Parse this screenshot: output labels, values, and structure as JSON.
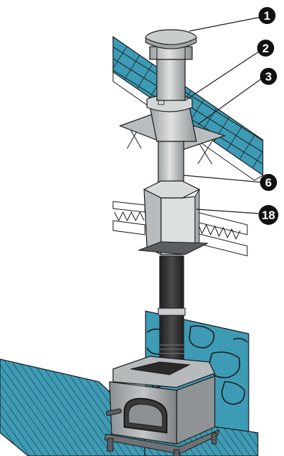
{
  "colors": {
    "roof_blue": "#3d9bb5",
    "wall_blue": "#3d9bb5",
    "floor_blue": "#3d9bb5",
    "pipe_gray": "#c6c9cb",
    "pipe_dark": "#8f9496",
    "stove_pipe_black": "#2e2e2e",
    "stove_gray": "#9ea2a4",
    "outline": "#1a1a1a"
  },
  "callouts": [
    {
      "id": "callout-1",
      "label": "1",
      "part": "chimney-cap"
    },
    {
      "id": "callout-2",
      "label": "2",
      "part": "storm-collar"
    },
    {
      "id": "callout-3",
      "label": "3",
      "part": "roof-flashing"
    },
    {
      "id": "callout-6",
      "label": "6",
      "part": "chimney-pipe"
    },
    {
      "id": "callout-18",
      "label": "18",
      "part": "ceiling-support-box"
    }
  ]
}
